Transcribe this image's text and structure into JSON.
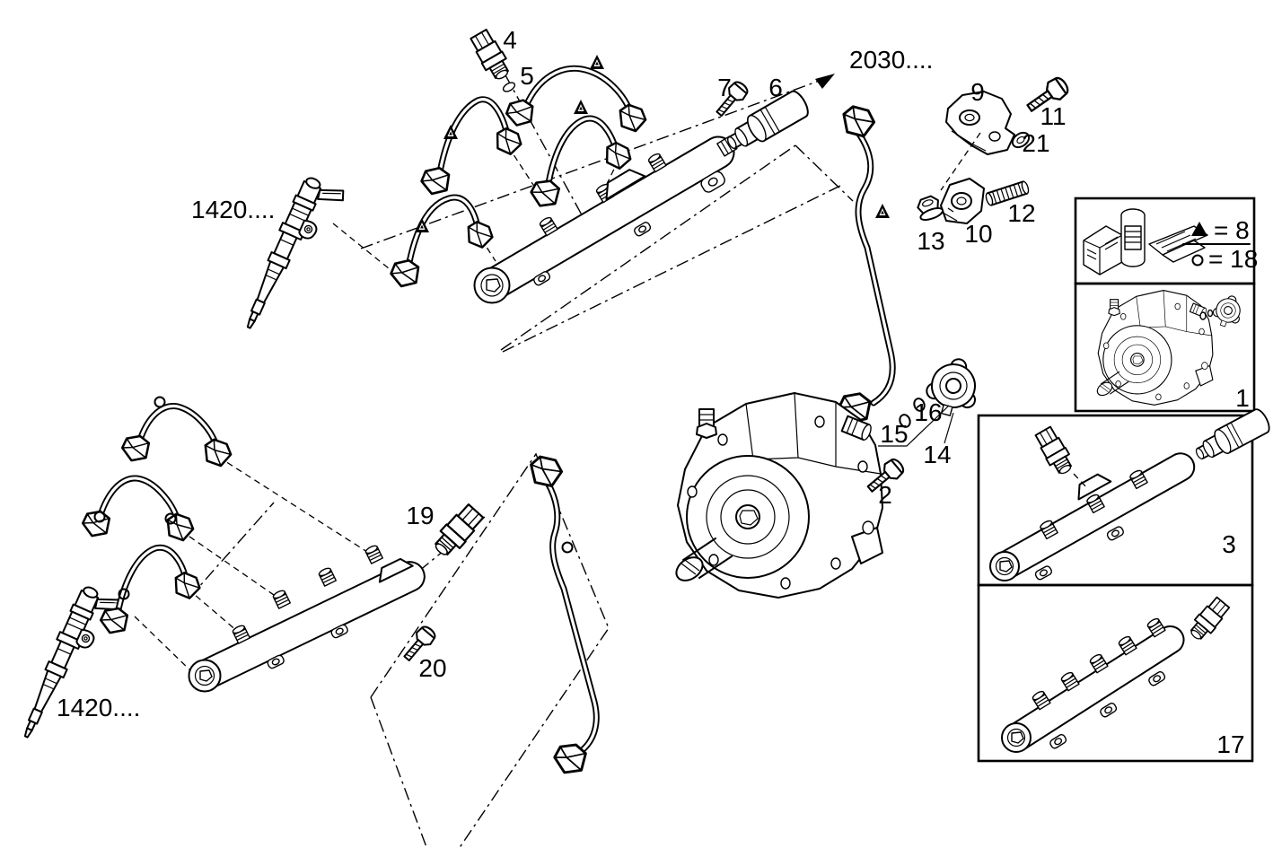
{
  "figure": {
    "background": "#ffffff",
    "line_color": "#000000",
    "description": "Exploded parts diagram of a common-rail diesel fuel injection system: injectors, injection pipes, fuel rails, high pressure pump and detail inset boxes"
  },
  "callouts": {
    "injector_ref_top": "1420....",
    "injector_ref_bottom": "1420....",
    "pipe_group_ref": "2030....",
    "n1": "1",
    "n2": "2",
    "n3": "3",
    "n4": "4",
    "n5": "5",
    "n6": "6",
    "n7": "7",
    "n9": "9",
    "n10": "10",
    "n11": "11",
    "n12": "12",
    "n13": "13",
    "n14": "14",
    "n15": "15",
    "n16": "16",
    "n17": "17",
    "n19": "19",
    "n20": "20",
    "n21": "21"
  },
  "legend": {
    "triangle_symbol": "▲",
    "triangle_text": "= 8",
    "circle_symbol": "○",
    "circle_text": "= 18"
  }
}
